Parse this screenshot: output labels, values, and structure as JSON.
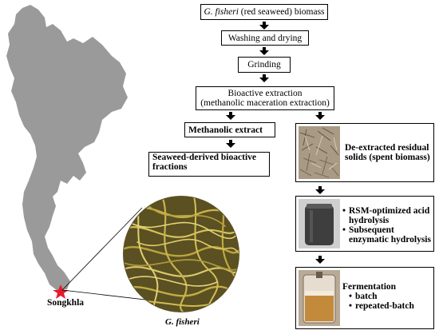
{
  "map": {
    "location_label": "Songkhla"
  },
  "specimen": {
    "caption": "G. fisheri"
  },
  "flow": {
    "box1": {
      "italic": "G. fisheri",
      "rest": " (red seaweed) biomass"
    },
    "box2": "Washing and drying",
    "box3": "Grinding",
    "box4_line1": "Bioactive extraction",
    "box4_line2": "(methanolic maceration extraction)",
    "box5": "Methanolic extract",
    "box6_line1": "Seaweed-derived bioactive",
    "box6_line2": "fractions"
  },
  "panels": {
    "residual": {
      "line1": "De-extracted residual",
      "line2": "solids (spent biomass)"
    },
    "hydrolysis": {
      "item1": "RSM-optimized acid hydrolysis",
      "item2": "Subsequent enzymatic hydrolysis"
    },
    "fermentation": {
      "title": "Fermentation",
      "items": [
        "batch",
        "repeated-batch"
      ]
    }
  },
  "colors": {
    "map_fill": "#9a9a9a",
    "star": "#e8192c",
    "border": "#000000"
  }
}
